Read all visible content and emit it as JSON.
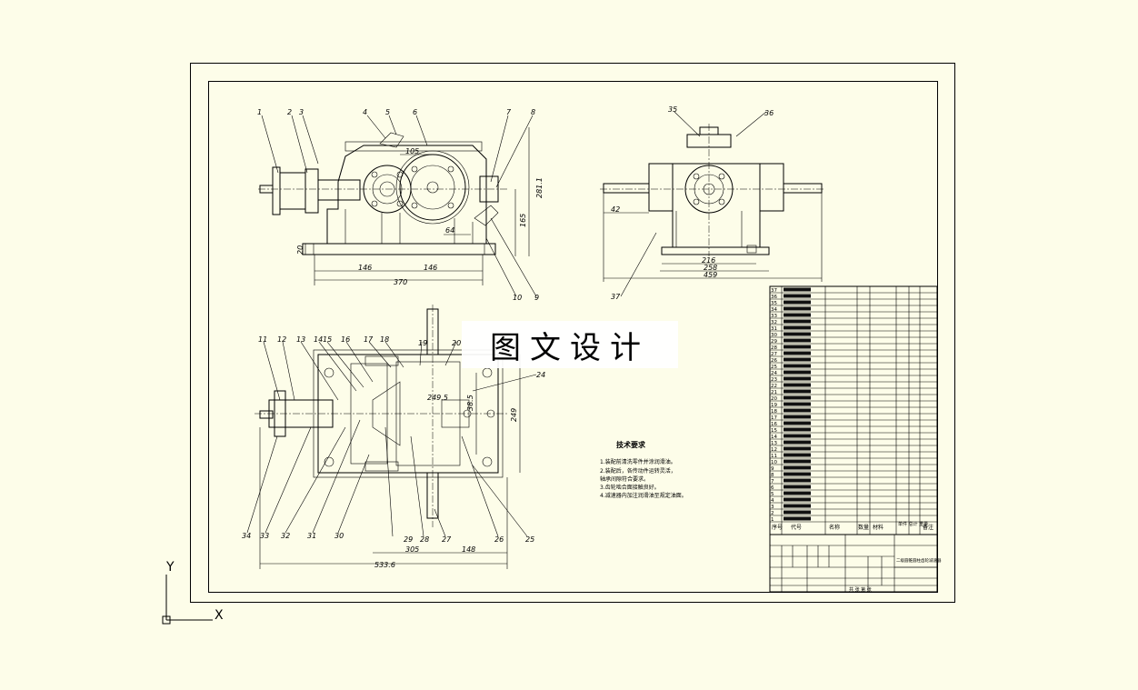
{
  "watermark": "图文设计",
  "ucs": {
    "x_label": "X",
    "y_label": "Y"
  },
  "front_view": {
    "part_labels": [
      "1",
      "2",
      "3",
      "4",
      "5",
      "6",
      "7",
      "8",
      "9",
      "10"
    ],
    "dimensions": {
      "d105": "105",
      "d281": "281.1",
      "d165": "165",
      "d64": "64",
      "d20": "20",
      "d146a": "146",
      "d146b": "146",
      "d370": "370"
    }
  },
  "side_view": {
    "part_labels": [
      "35",
      "36",
      "37"
    ],
    "dimensions": {
      "d42": "42",
      "d216": "216",
      "d258": "258",
      "d459": "459"
    }
  },
  "top_view": {
    "part_labels": [
      "11",
      "12",
      "13",
      "14",
      "15",
      "16",
      "17",
      "18",
      "19",
      "20",
      "24",
      "25",
      "26",
      "27",
      "28",
      "29",
      "30",
      "31",
      "32",
      "33",
      "34"
    ],
    "dimensions": {
      "d2495": "249.5",
      "d385": "38.5",
      "d305": "305",
      "d148": "148",
      "d5336": "533.6",
      "d249": "249"
    }
  },
  "tech_requirements": {
    "title": "技术要求",
    "lines": [
      "1.装配前清洗零件并涂润滑油。",
      "2.装配后，各传动件运转灵活，",
      "  轴承间隙符合要求。",
      "3.齿轮啮合面接触良好。",
      "4.减速器内加注润滑油至规定油面。"
    ]
  },
  "bom": {
    "row_numbers": [
      "37",
      "36",
      "35",
      "34",
      "33",
      "32",
      "31",
      "30",
      "29",
      "28",
      "27",
      "26",
      "25",
      "24",
      "23",
      "22",
      "21",
      "20",
      "19",
      "18",
      "17",
      "16",
      "15",
      "14",
      "13",
      "12",
      "11",
      "10",
      "9",
      "8",
      "7",
      "6",
      "5",
      "4",
      "3",
      "2",
      "1"
    ],
    "header": {
      "seq": "序号",
      "code": "代号",
      "name": "名称",
      "qty": "数量",
      "material": "材料",
      "weight": "单件 总计 重量",
      "note": "备注"
    }
  },
  "title_block": {
    "title_text": "二级圆锥圆柱齿轮减速器",
    "sheet_text": "共 张 第 张"
  }
}
